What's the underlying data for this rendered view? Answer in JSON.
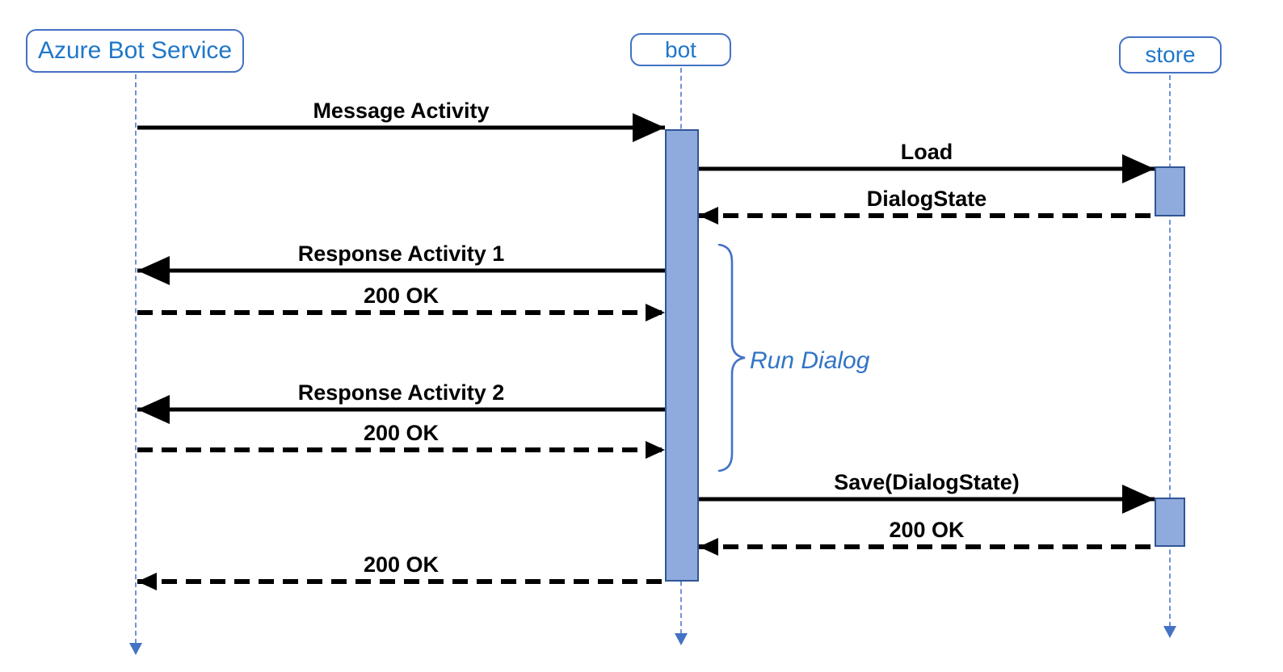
{
  "diagram": {
    "actors": [
      {
        "id": "azure-bot-service",
        "label": "Azure Bot Service"
      },
      {
        "id": "bot",
        "label": "bot"
      },
      {
        "id": "store",
        "label": "store"
      }
    ],
    "messages": [
      {
        "label": "Message Activity",
        "from": "azure-bot-service",
        "to": "bot",
        "line": "solid",
        "direction": "right"
      },
      {
        "label": "Load",
        "from": "bot",
        "to": "store",
        "line": "solid",
        "direction": "right"
      },
      {
        "label": "DialogState",
        "from": "store",
        "to": "bot",
        "line": "dashed",
        "direction": "left"
      },
      {
        "label": "Response Activity 1",
        "from": "bot",
        "to": "azure-bot-service",
        "line": "solid",
        "direction": "left"
      },
      {
        "label": "200 OK",
        "from": "azure-bot-service",
        "to": "bot",
        "line": "dashed",
        "direction": "right"
      },
      {
        "label": "Response Activity 2",
        "from": "bot",
        "to": "azure-bot-service",
        "line": "solid",
        "direction": "left"
      },
      {
        "label": "200 OK",
        "from": "azure-bot-service",
        "to": "bot",
        "line": "dashed",
        "direction": "right"
      },
      {
        "label": "Save(DialogState)",
        "from": "bot",
        "to": "store",
        "line": "solid",
        "direction": "right"
      },
      {
        "label": "200 OK",
        "from": "store",
        "to": "bot",
        "line": "dashed",
        "direction": "left"
      },
      {
        "label": "200 OK",
        "from": "bot",
        "to": "azure-bot-service",
        "line": "dashed",
        "direction": "left"
      }
    ],
    "annotation": {
      "label": "Run Dialog"
    },
    "colors": {
      "actor_border": "#4472C4",
      "actor_text": "#2077C8",
      "activation_fill": "#8FAADC",
      "activation_border": "#2F5597",
      "lifeline": "#6E93D6",
      "lifeline_arrow": "#4472C4",
      "message_line": "#000000",
      "annotation_text": "#3274C6",
      "brace": "#4472C4",
      "background": "#FFFFFF"
    }
  }
}
